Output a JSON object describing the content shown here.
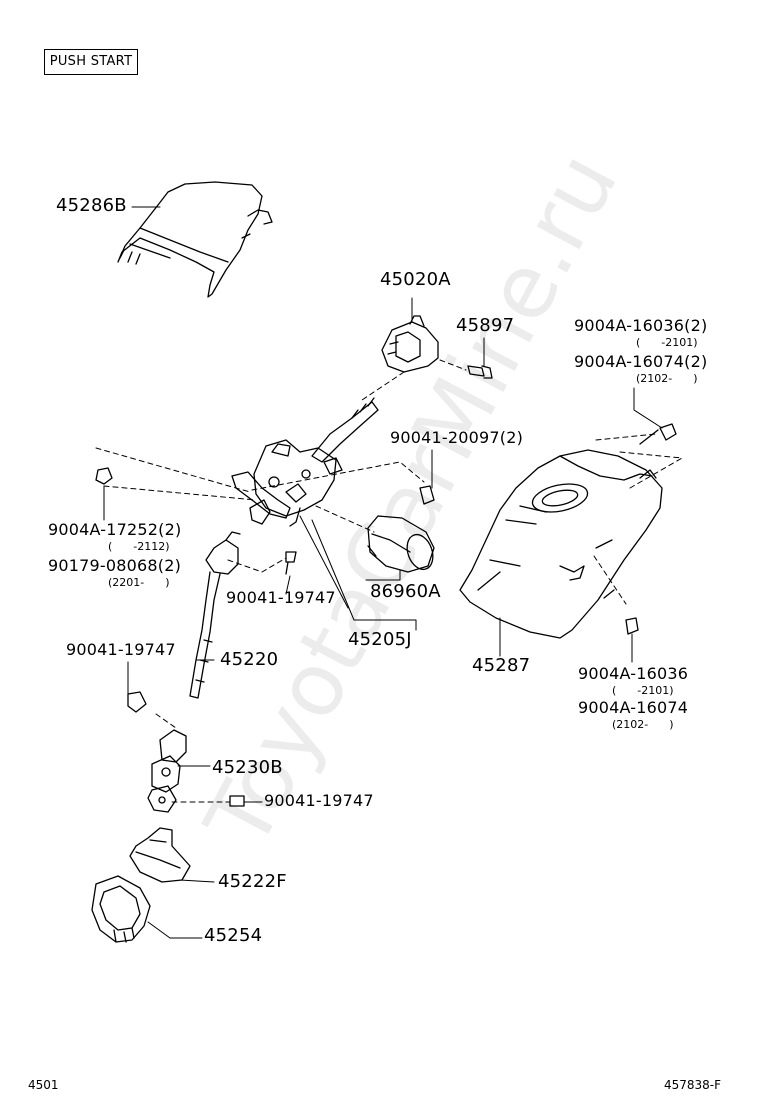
{
  "header": {
    "badge": "PUSH START"
  },
  "parts": {
    "p45286B": "45286B",
    "p45020A": "45020A",
    "p45897": "45897",
    "p9004A_16036_2": "9004A-16036(2)",
    "p9004A_16036_2_range": "(      -2101)",
    "p9004A_16074_2": "9004A-16074(2)",
    "p9004A_16074_2_range": "(2102-      )",
    "p90041_20097_2": "90041-20097(2)",
    "p9004A_17252_2": "9004A-17252(2)",
    "p9004A_17252_2_range": "(      -2112)",
    "p90179_08068_2": "90179-08068(2)",
    "p90179_08068_2_range": "(2201-      )",
    "p90041_19747_a": "90041-19747",
    "p86960A": "86960A",
    "p45205J": "45205J",
    "p45287": "45287",
    "p90041_19747_b": "90041-19747",
    "p45220": "45220",
    "p9004A_16036": "9004A-16036",
    "p9004A_16036_range": "(      -2101)",
    "p9004A_16074": "9004A-16074",
    "p9004A_16074_range": "(2102-      )",
    "p45230B": "45230B",
    "p90041_19747_c": "90041-19747",
    "p45222F": "45222F",
    "p45254": "45254"
  },
  "watermark": "ToyotaCarMine.ru",
  "footer": {
    "left": "4501",
    "right": "457838-F"
  }
}
